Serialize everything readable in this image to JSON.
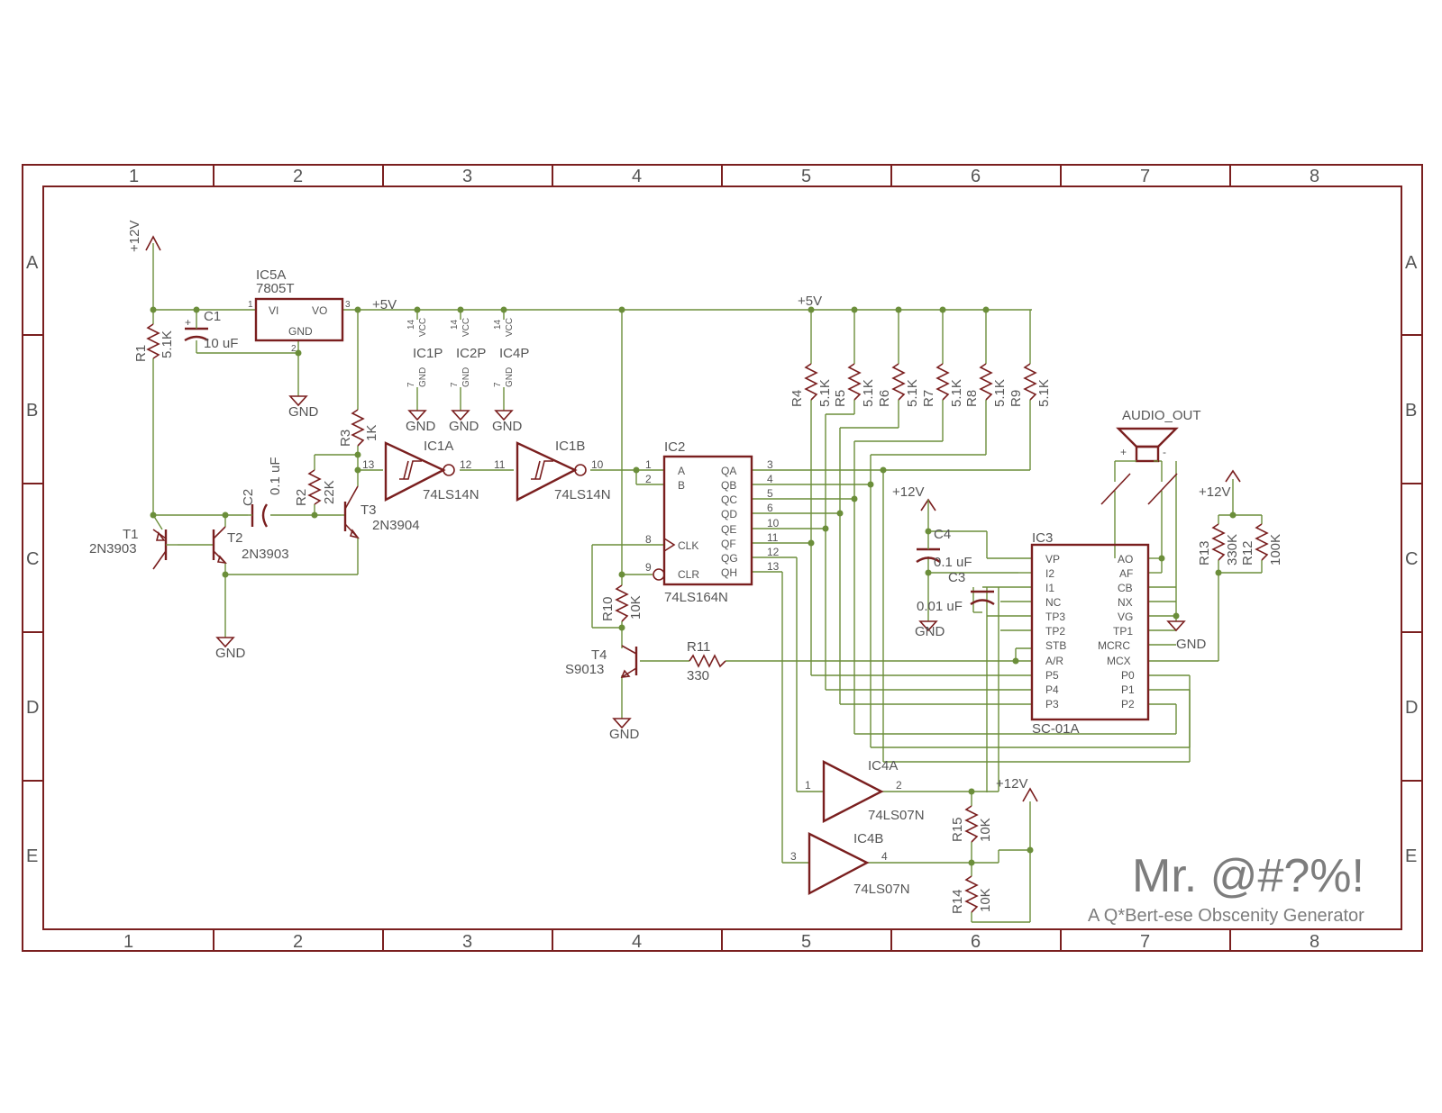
{
  "colors": {
    "frame": "#7a1f1f",
    "wire": "#6b8e3a",
    "text": "#555555",
    "title": "#7d7d7d"
  },
  "grid": {
    "columns": [
      "1",
      "2",
      "3",
      "4",
      "5",
      "6",
      "7",
      "8"
    ],
    "rows": [
      "A",
      "B",
      "C",
      "D",
      "E"
    ]
  },
  "title": {
    "main": "Mr. @#?%!",
    "subtitle": "A Q*Bert-ese Obscenity Generator"
  },
  "nets": {
    "v12": "+12V",
    "v5": "+5V",
    "gnd": "GND"
  },
  "parts": {
    "r1": {
      "ref": "R1",
      "value": "5.1K"
    },
    "c1": {
      "ref": "C1",
      "value": "10 uF"
    },
    "ic5a": {
      "ref": "IC5A",
      "value": "7805T",
      "vi": "VI",
      "vo": "VO",
      "gnd": "GND",
      "p1": "1",
      "p2": "2",
      "p3": "3"
    },
    "ic1p": {
      "ref": "IC1P"
    },
    "ic2p": {
      "ref": "IC2P"
    },
    "ic4p": {
      "ref": "IC4P"
    },
    "pwr_pins": {
      "vcc": "VCC",
      "gnd": "GND",
      "p14": "14",
      "p7": "7"
    },
    "r3": {
      "ref": "R3",
      "value": "1K"
    },
    "r2": {
      "ref": "R2",
      "value": "22K"
    },
    "c2": {
      "ref": "C2",
      "value": "0.1 uF"
    },
    "t1": {
      "ref": "T1",
      "value": "2N3903"
    },
    "t2": {
      "ref": "T2",
      "value": "2N3903"
    },
    "t3": {
      "ref": "T3",
      "value": "2N3904"
    },
    "ic1a": {
      "ref": "IC1A",
      "value": "74LS14N",
      "pin_in": "13",
      "pin_out": "12"
    },
    "ic1b": {
      "ref": "IC1B",
      "value": "74LS14N",
      "pin_in": "11",
      "pin_out": "10"
    },
    "ic2": {
      "ref": "IC2",
      "value": "74LS164N",
      "left_pins": [
        {
          "num": "1",
          "name": "A"
        },
        {
          "num": "2",
          "name": "B"
        },
        {
          "num": "8",
          "name": "CLK"
        },
        {
          "num": "9",
          "name": "CLR"
        }
      ],
      "right_pins": [
        {
          "num": "3",
          "name": "QA"
        },
        {
          "num": "4",
          "name": "QB"
        },
        {
          "num": "5",
          "name": "QC"
        },
        {
          "num": "6",
          "name": "QD"
        },
        {
          "num": "10",
          "name": "QE"
        },
        {
          "num": "11",
          "name": "QF"
        },
        {
          "num": "12",
          "name": "QG"
        },
        {
          "num": "13",
          "name": "QH"
        }
      ]
    },
    "r10": {
      "ref": "R10",
      "value": "10K"
    },
    "t4": {
      "ref": "T4",
      "value": "S9013"
    },
    "r11": {
      "ref": "R11",
      "value": "330"
    },
    "pullups": [
      {
        "ref": "R4",
        "value": "5.1K"
      },
      {
        "ref": "R5",
        "value": "5.1K"
      },
      {
        "ref": "R6",
        "value": "5.1K"
      },
      {
        "ref": "R7",
        "value": "5.1K"
      },
      {
        "ref": "R8",
        "value": "5.1K"
      },
      {
        "ref": "R9",
        "value": "5.1K"
      }
    ],
    "audio": {
      "ref": "AUDIO_OUT",
      "plus": "+",
      "minus": "-"
    },
    "c4": {
      "ref": "C4",
      "value": "0.1 uF"
    },
    "c3": {
      "ref": "C3",
      "value": "0.01 uF"
    },
    "ic3": {
      "ref": "IC3",
      "value": "SC-01A",
      "left_pins": [
        "VP",
        "I2",
        "I1",
        "NC",
        "TP3",
        "TP2",
        "STB",
        "A/R",
        "P5",
        "P4",
        "P3"
      ],
      "right_pins": [
        "AO",
        "AF",
        "CB",
        "NX",
        "VG",
        "TP1",
        "MCRC",
        "MCX",
        "P0",
        "P1",
        "P2"
      ]
    },
    "r13": {
      "ref": "R13",
      "value": "330K"
    },
    "r12": {
      "ref": "R12",
      "value": "100K"
    },
    "ic4a": {
      "ref": "IC4A",
      "value": "74LS07N",
      "pin_in": "1",
      "pin_out": "2"
    },
    "ic4b": {
      "ref": "IC4B",
      "value": "74LS07N",
      "pin_in": "3",
      "pin_out": "4"
    },
    "r15": {
      "ref": "R15",
      "value": "10K"
    },
    "r14": {
      "ref": "R14",
      "value": "10K"
    }
  }
}
